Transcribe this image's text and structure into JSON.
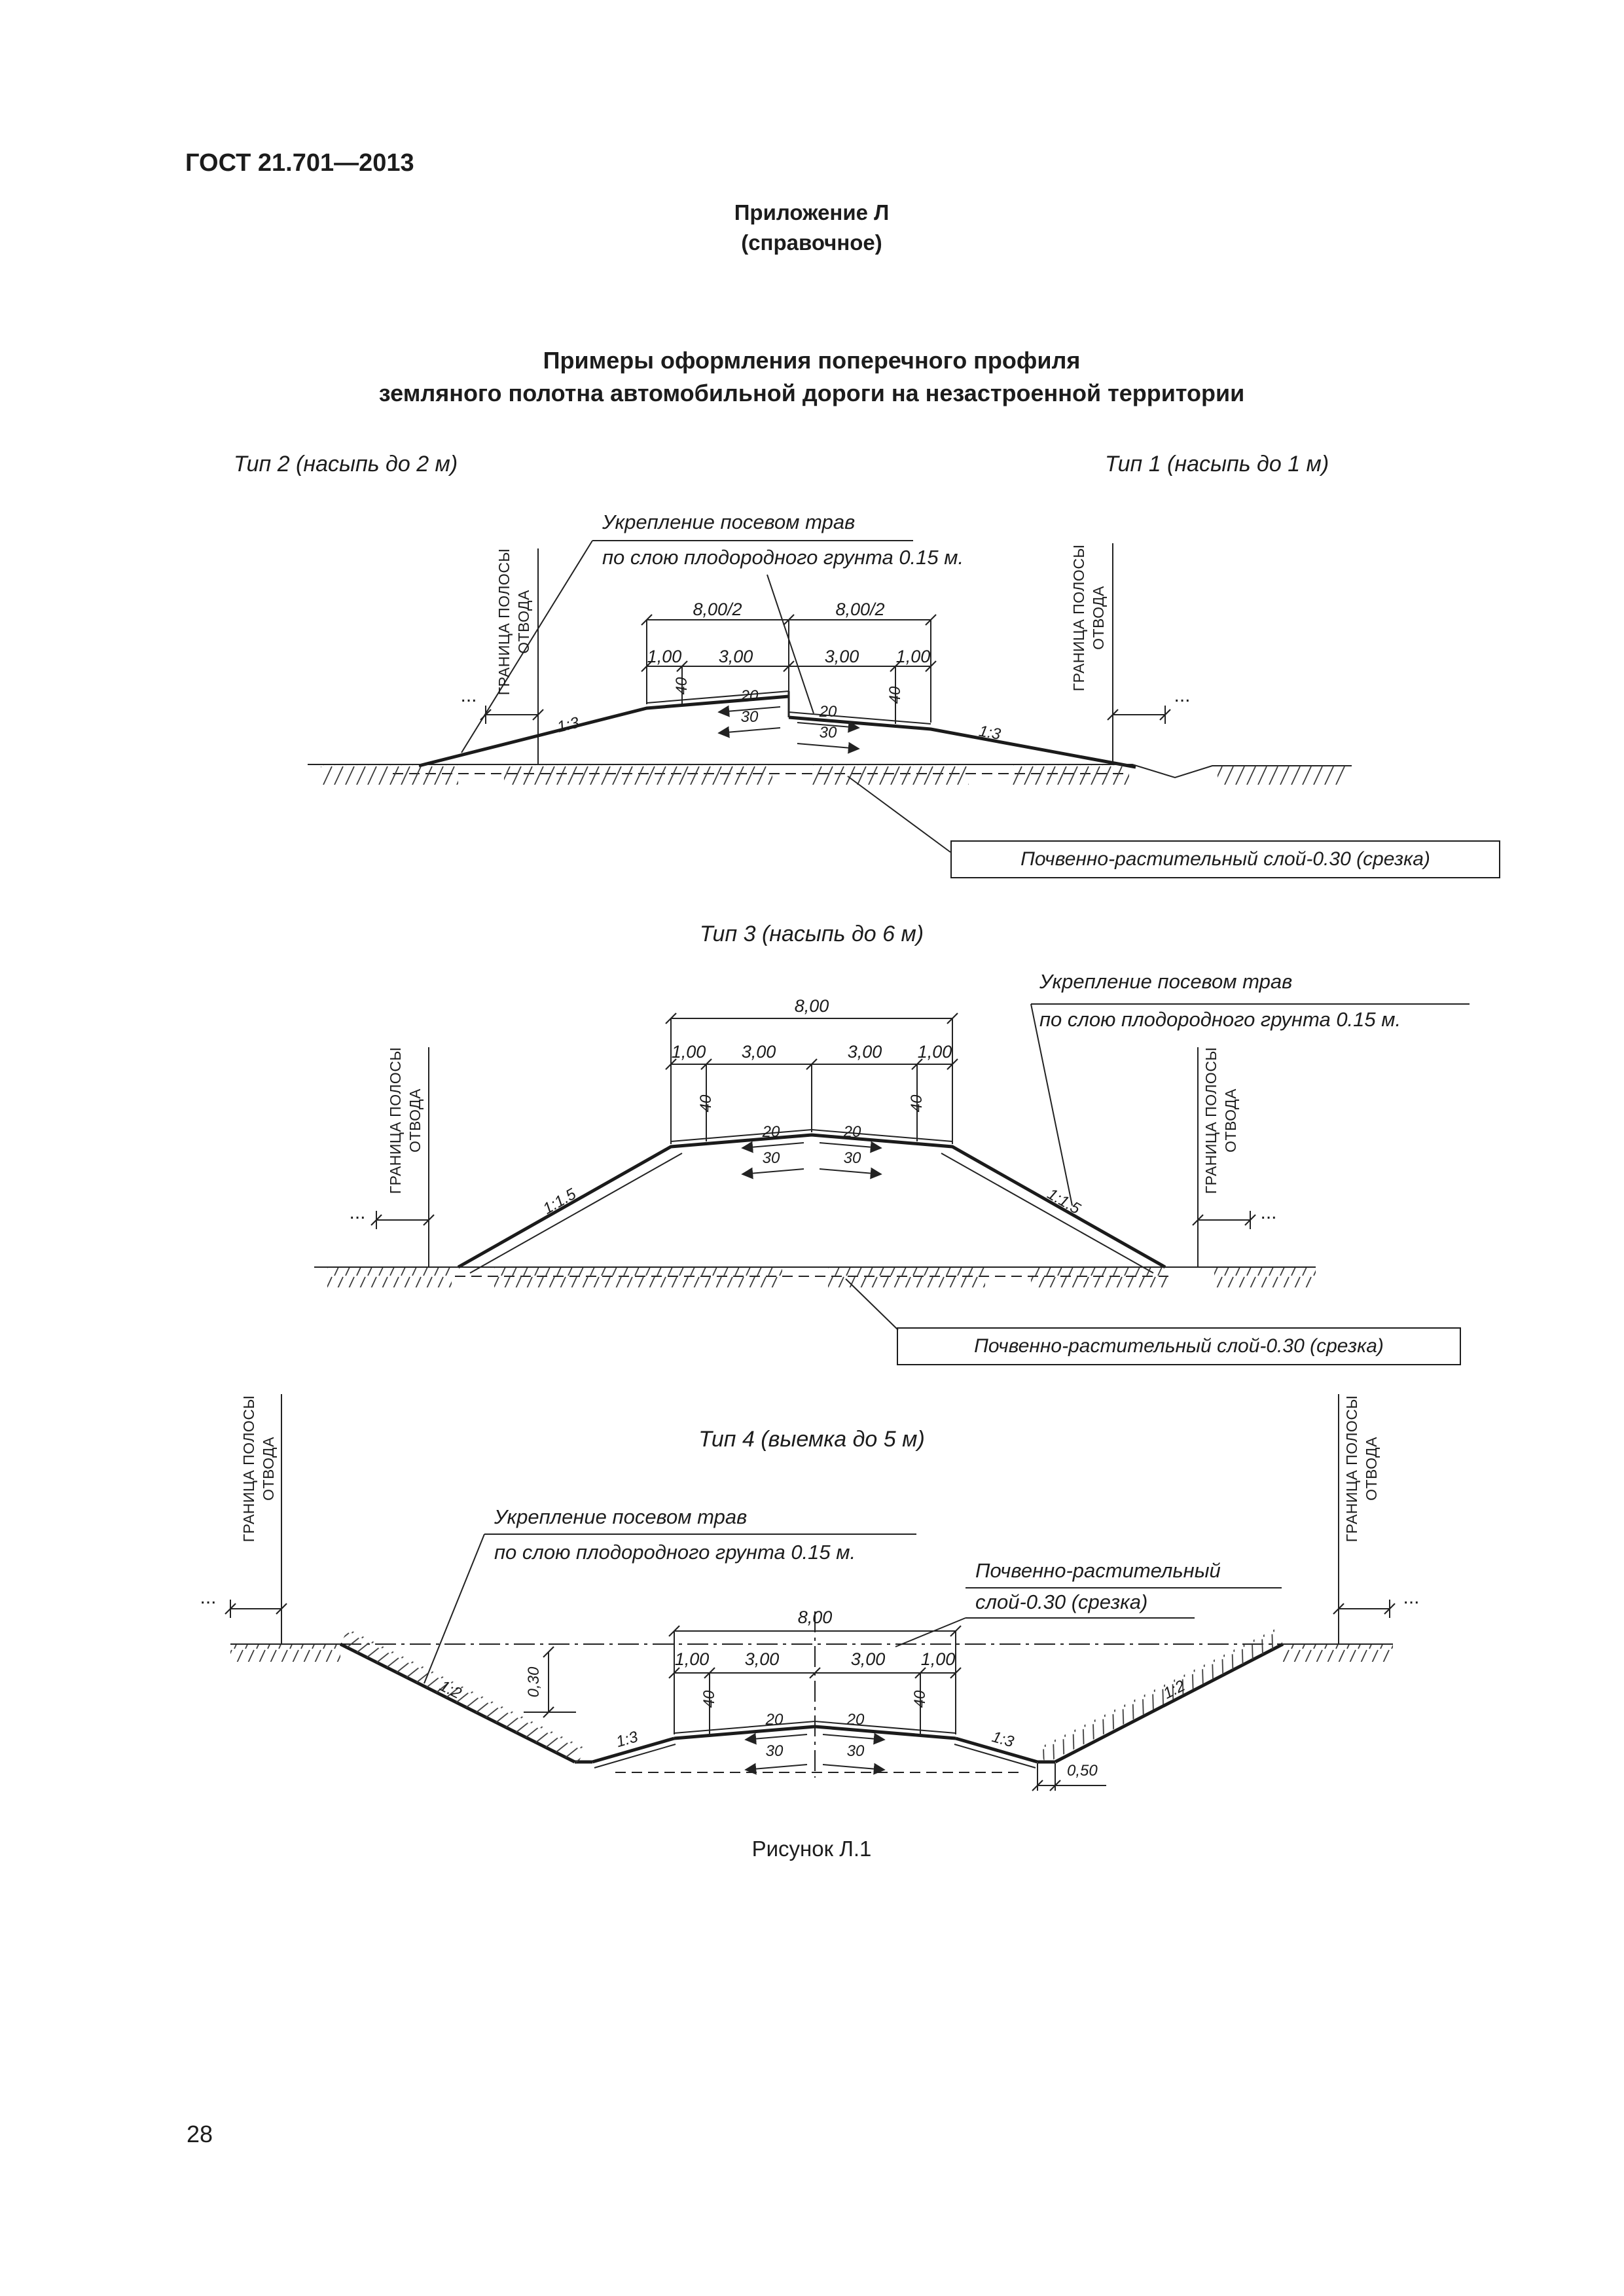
{
  "doc": {
    "standard": "ГОСТ 21.701—2013",
    "appendix": "Приложение Л",
    "appendix_type": "(справочное)",
    "title_line1": "Примеры оформления поперечного профиля",
    "title_line2": "земляного полотна автомобильной дороги на незастроенной территории",
    "figure_caption": "Рисунок Л.1",
    "page_number": "28"
  },
  "labels": {
    "boundary_line1": "ГРАНИЦА ПОЛОСЫ",
    "boundary_line2": "ОТВОДА",
    "grass_line1": "Укрепление посевом трав",
    "grass_line2": "по слою плодородного грунта  0.15 м.",
    "topsoil": "Почвенно-растительный слой-0.30 (срезка)",
    "topsoil_line1": "Почвенно-растительный",
    "topsoil_line2": "слой-0.30 (срезка)",
    "dots": "..."
  },
  "dims": {
    "half_width": "8,00/2",
    "width": "8,00",
    "shoulder": "1,00",
    "lane": "3,00",
    "slope20": "20",
    "slope30": "30",
    "slope40": "40",
    "ratio_1_3": "1:3",
    "ratio_1_15": "1:1.5",
    "ratio_1_2": "1:2",
    "depth_030": "0,30",
    "ditch_050": "0,50"
  },
  "sections": {
    "type2": "Тип 2 (насыпь до 2 м)",
    "type1": "Тип 1 (насыпь до 1 м)",
    "type3": "Тип 3 (насыпь до 6 м)",
    "type4": "Тип 4 (выемка до 5 м)"
  }
}
